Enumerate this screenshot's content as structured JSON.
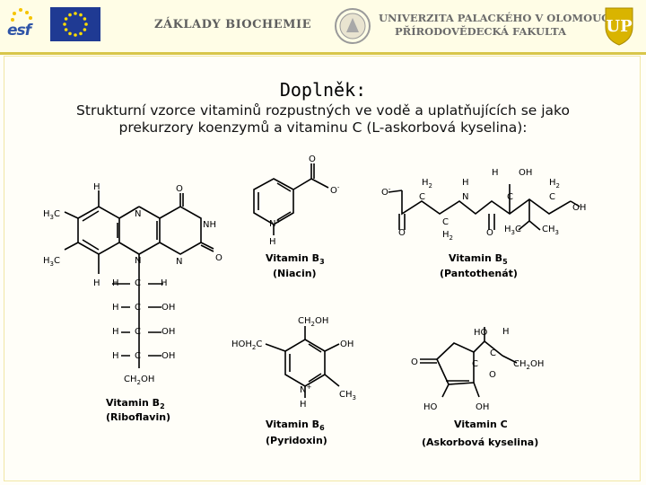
{
  "header": {
    "esf_logo": "esf",
    "center_title": "ZÁKLADY BIOCHEMIE",
    "university_line1": "UNIVERZITA PALACKÉHO V OLOMOUCI",
    "university_line2": "PŘÍRODOVĚDECKÁ FAKULTA",
    "brand_color": "#2f54a7",
    "accent_color": "#d8c64a"
  },
  "title": "Doplněk:",
  "subtitle_line1": "Strukturní vzorce vitaminů rozpustných ve vodě a uplatňujících se jako",
  "subtitle_line2": "prekurzory koenzymů a vitaminu C (L-askorbová kyselina):",
  "compounds": [
    {
      "name": "Vitamin B2",
      "alt": "(Riboflavin)"
    },
    {
      "name": "Vitamin B3",
      "alt": "(Niacin)"
    },
    {
      "name": "Vitamin B5",
      "alt": "(Pantothenát)"
    },
    {
      "name": "Vitamin B6",
      "alt": "(Pyridoxin)"
    },
    {
      "name": "Vitamin C",
      "alt": "(Askorbová kyselina)"
    }
  ]
}
